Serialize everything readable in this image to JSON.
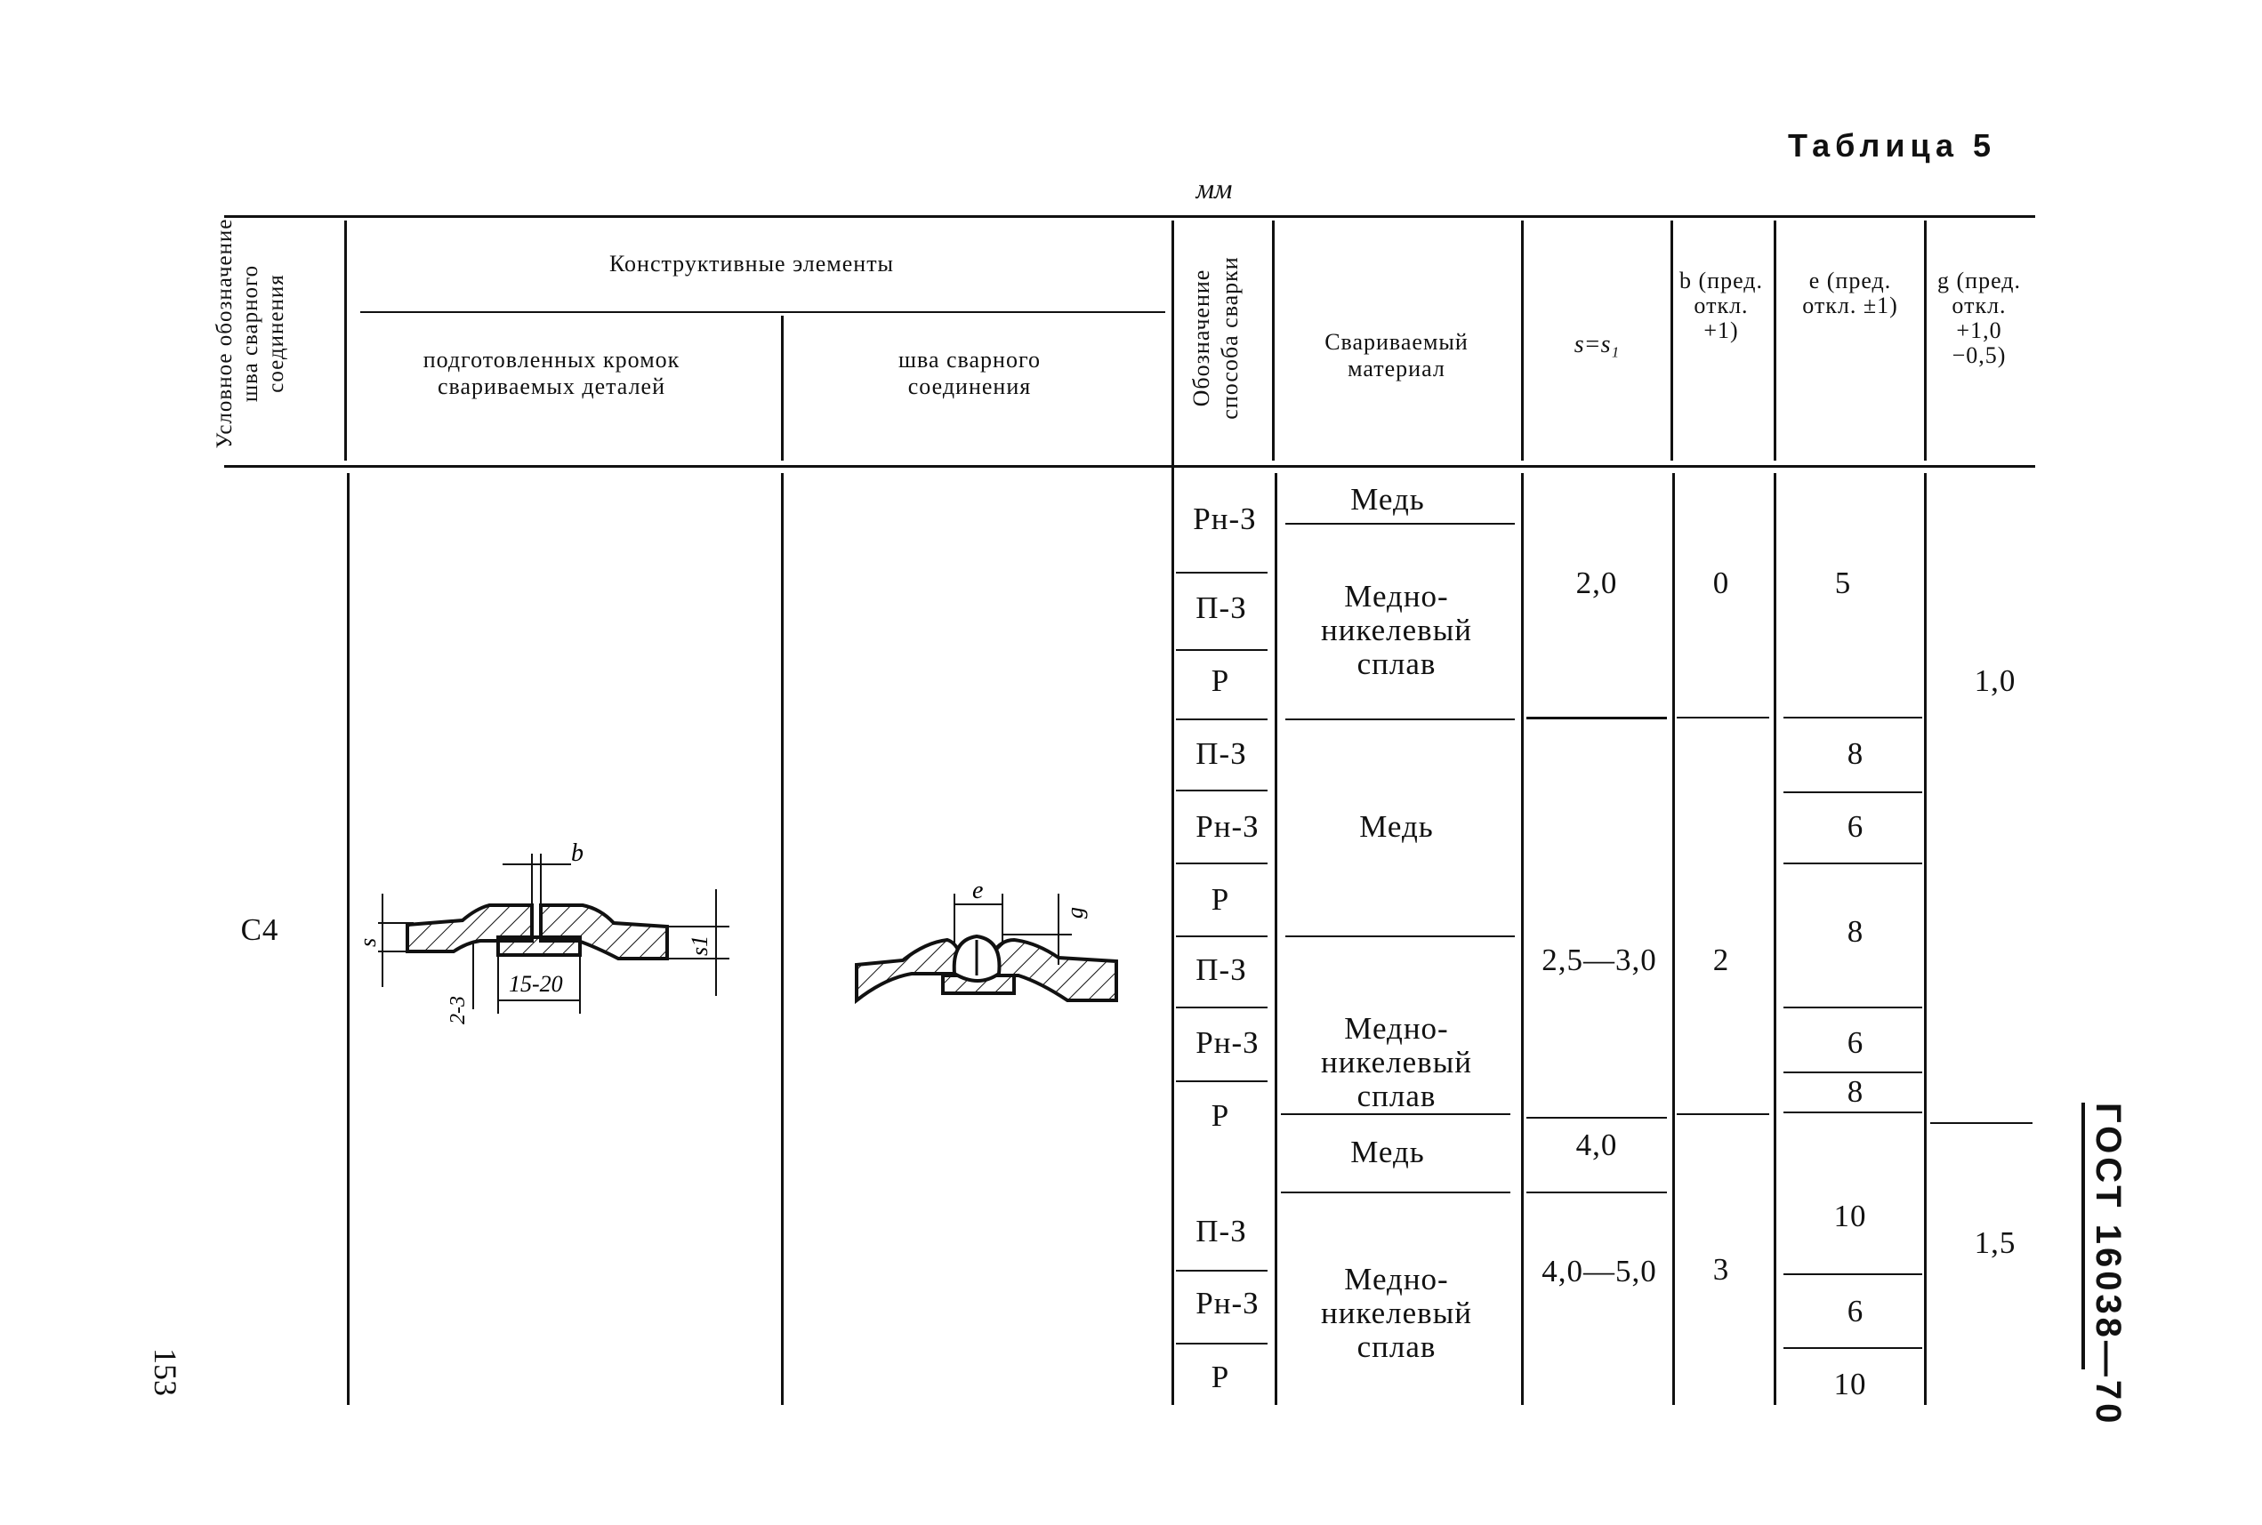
{
  "page": {
    "table_title": "Таблица 5",
    "units": "мм",
    "page_number": "153",
    "standard": "ГОСТ 16038—70"
  },
  "header": {
    "col_symbol": "Условное обозначение шва сварного соединения",
    "col_construct": "Конструктивные элементы",
    "col_prepared": "подготовленных кромок свариваемых деталей",
    "col_weld": "шва сварного соединения",
    "col_method": "Обозначение способа сварки",
    "col_material": "Свариваемый материал",
    "col_s": "s=s₁",
    "col_b": "b (пред. откл. +1)",
    "col_e": "e (пред. откл. ±1)",
    "col_g": "g (пред. откл. +1,0 −0,5)"
  },
  "body": {
    "symbol": "С4",
    "methods": [
      "Рн-З",
      "П-З",
      "Р",
      "П-З",
      "Рн-З",
      "Р",
      "П-З",
      "Рн-З",
      "Р",
      "П-З",
      "Рн-З",
      "Р"
    ],
    "materials": [
      "Медь",
      "Медно-никелевый сплав",
      "Медь",
      "Медно-никелевый сплав",
      "Медь",
      "Медно-никелевый сплав"
    ],
    "s_values": [
      "2,0",
      "2,5—3,0",
      "4,0",
      "4,0—5,0"
    ],
    "b_values": [
      "0",
      "2",
      "3"
    ],
    "e_values": [
      "5",
      "8",
      "6",
      "8",
      "6",
      "8",
      "10",
      "6",
      "10"
    ],
    "g_values": [
      "1,0",
      "1,5"
    ]
  },
  "drawing_prepared": {
    "label_b": "b",
    "label_s": "s",
    "label_s1": "s1",
    "label_gap": "2-3",
    "label_width": "15-20"
  },
  "drawing_weld": {
    "label_e": "e",
    "label_g": "g"
  }
}
